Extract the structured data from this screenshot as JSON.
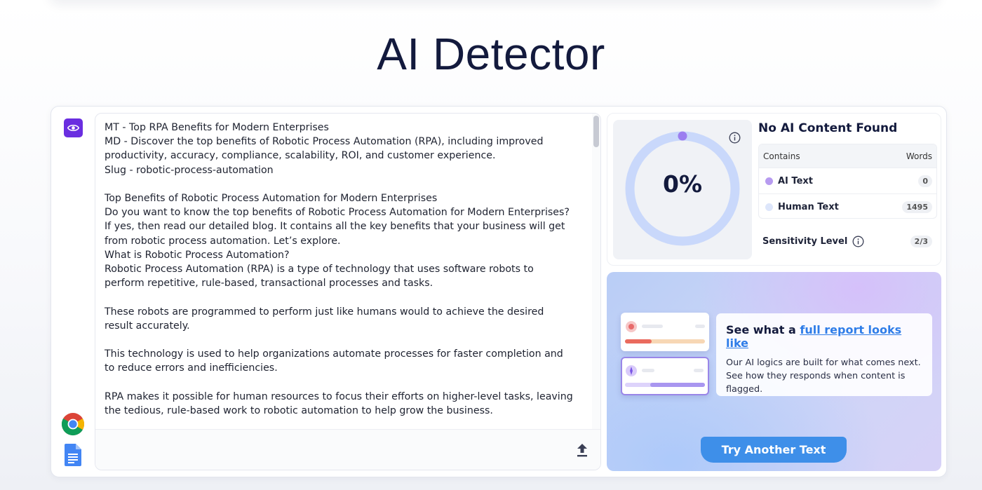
{
  "page": {
    "title": "AI Detector"
  },
  "editor": {
    "lines": [
      "MT - Top RPA Benefits for Modern Enterprises",
      "MD - Discover the top benefits of Robotic Process Automation (RPA), including improved productivity, accuracy, compliance, scalability, ROI, and customer experience.",
      "Slug - robotic-process-automation",
      "",
      "Top Benefits of Robotic Process Automation for Modern Enterprises",
      "Do you want to know the top benefits of Robotic Process Automation for Modern Enterprises? If yes, then read our detailed blog. It contains all the key benefits that your business will get from robotic process automation. Let’s explore.",
      "What is Robotic Process Automation?",
      "Robotic Process Automation (RPA) is a type of technology that uses software robots to perform repetitive, rule-based, transactional processes and tasks.",
      "",
      "These robots are programmed to perform just like humans would to achieve the desired result accurately.",
      "",
      "This technology is used to help organizations automate processes for faster completion and to reduce errors and inefficiencies.",
      "",
      "RPA makes it possible for human resources to focus their efforts on higher-level tasks, leaving the tedious, rule-based work to robotic automation to help grow the business."
    ]
  },
  "result": {
    "percent_label": "0%",
    "ai_fraction": 0,
    "title": "No AI Content Found",
    "table": {
      "col_contains": "Contains",
      "col_words": "Words",
      "rows": [
        {
          "label": "AI Text",
          "count": "0",
          "color": "#b79bf0"
        },
        {
          "label": "Human Text",
          "count": "1495",
          "color": "#dde6fb"
        }
      ]
    },
    "sensitivity": {
      "label": "Sensitivity Level",
      "value": "2/3"
    }
  },
  "promo": {
    "title_prefix": "See what a ",
    "title_link": "full report looks like",
    "description": "Our AI logics are built for what comes next. See how they responds when content is flagged.",
    "button_label": "Try Another Text"
  },
  "colors": {
    "accent": "#6a2ee0",
    "button": "#3e8fe9",
    "gauge_track": "#c9d8fb"
  }
}
